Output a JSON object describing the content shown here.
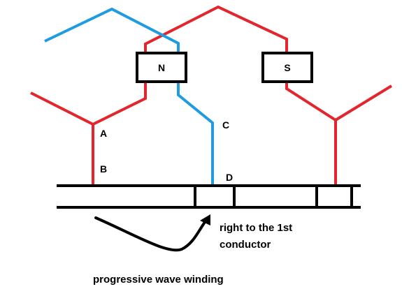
{
  "colors": {
    "red_winding": "#e3262e",
    "blue_winding": "#1f9ce0",
    "lines": "#000000",
    "background": "#ffffff"
  },
  "poles": {
    "north": "N",
    "south": "S"
  },
  "points": {
    "a": "A",
    "b": "B",
    "c": "C",
    "d": "D"
  },
  "annotation": {
    "line1": "right to the 1st",
    "line2": "conductor"
  },
  "caption": "progressive wave winding"
}
